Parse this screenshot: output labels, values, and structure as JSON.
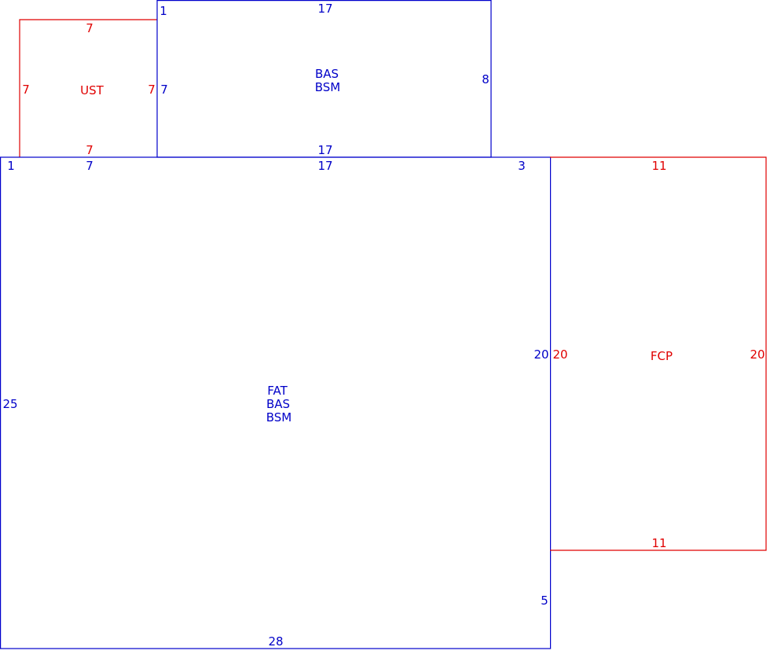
{
  "colors": {
    "blue": "#0000c8",
    "red": "#e00000"
  },
  "areas": {
    "ust": {
      "code": "UST",
      "color": "red",
      "dims": {
        "top": "7",
        "left": "7",
        "right": "7",
        "bottom": "7"
      }
    },
    "upper": {
      "codes": [
        "BAS",
        "BSM"
      ],
      "color": "blue",
      "dims": {
        "corner": "1",
        "top": "17",
        "left": "7",
        "right": "8",
        "bottom": "17"
      }
    },
    "main": {
      "codes": [
        "FAT",
        "BAS",
        "BSM"
      ],
      "color": "blue",
      "dims": {
        "corner": "1",
        "top_left": "7",
        "top_mid": "17",
        "top_right": "3",
        "left": "25",
        "right_upper": "20",
        "right_lower": "5",
        "bottom": "28"
      }
    },
    "fcp": {
      "code": "FCP",
      "color": "red",
      "dims": {
        "top": "11",
        "left": "20",
        "right": "20",
        "bottom": "11"
      }
    }
  }
}
